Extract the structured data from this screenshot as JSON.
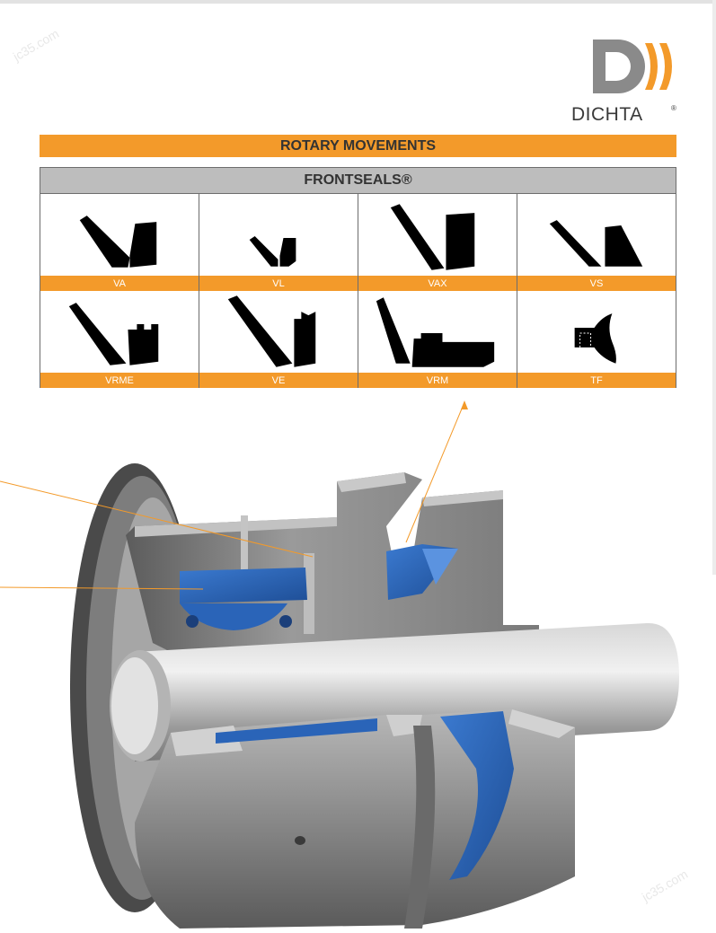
{
  "brand": {
    "name": "DICHTA",
    "registered": "®"
  },
  "banner": {
    "title": "ROTARY MOVEMENTS"
  },
  "table": {
    "title": "FRONTSEALS®",
    "rows": [
      [
        {
          "label": "VA",
          "shape": "va-profile"
        },
        {
          "label": "VL",
          "shape": "vl-profile"
        },
        {
          "label": "VAX",
          "shape": "vax-profile"
        },
        {
          "label": "VS",
          "shape": "vs-profile"
        }
      ],
      [
        {
          "label": "VRME",
          "shape": "vrme-profile"
        },
        {
          "label": "VE",
          "shape": "ve-profile"
        },
        {
          "label": "VRM",
          "shape": "vrm-profile"
        },
        {
          "label": "TF",
          "shape": "tf-profile"
        }
      ]
    ]
  },
  "watermarks": [
    "jc35.com",
    "jc35.com"
  ],
  "colors": {
    "accent": "#f39a2a",
    "header_grey": "#bdbdbd",
    "seal_blue": "#2a64b8",
    "steel": "#8e8e8e"
  }
}
